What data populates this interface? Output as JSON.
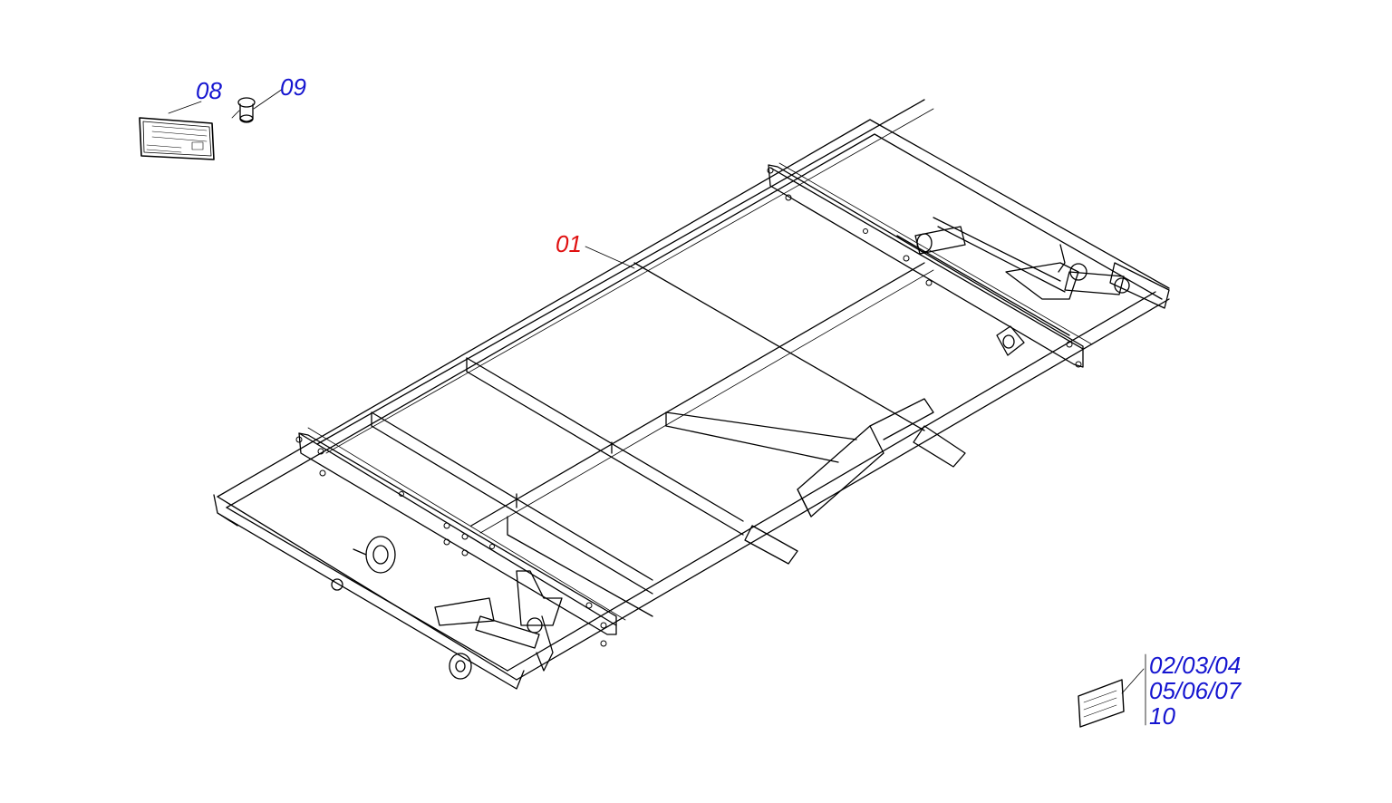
{
  "callouts": {
    "part_08": "08",
    "part_09": "09",
    "part_01": "01",
    "group_line_1": "02/03/04",
    "group_line_2": "05/06/07",
    "group_line_3": "10"
  },
  "colors": {
    "primary_callout": "#e01010",
    "secondary_callout": "#1515d0",
    "line": "#000000",
    "background": "#ffffff"
  },
  "icons": [
    "nameplate-icon",
    "rivet-icon",
    "decal-sheet-icon",
    "wheel-icon",
    "hydraulic-cylinder-icon"
  ]
}
